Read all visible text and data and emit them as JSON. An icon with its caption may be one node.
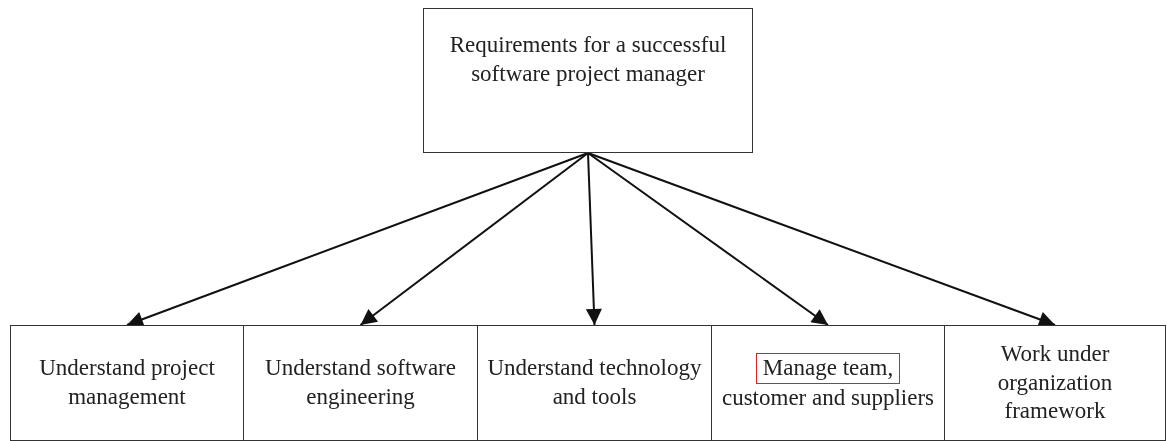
{
  "diagram": {
    "nodes": [
      {
        "text": [
          "Requirements for a successful software project manager"
        ]
      },
      {
        "text": [
          "Understand project management"
        ]
      },
      {
        "text": [
          "Understand software engineering"
        ]
      },
      {
        "text": [
          "Understand technology and tools"
        ]
      },
      {
        "text": [
          "Manage team,",
          "customer and suppliers"
        ]
      },
      {
        "text": [
          "Work under organization framework"
        ]
      }
    ],
    "edges": [
      {
        "from": 0,
        "to": 1,
        "arrow": "to"
      },
      {
        "from": 0,
        "to": 2,
        "arrow": "to"
      },
      {
        "from": 0,
        "to": 3,
        "arrow": "to"
      },
      {
        "from": 0,
        "to": 4,
        "arrow": "to"
      },
      {
        "from": 0,
        "to": 5,
        "arrow": "to"
      }
    ]
  }
}
